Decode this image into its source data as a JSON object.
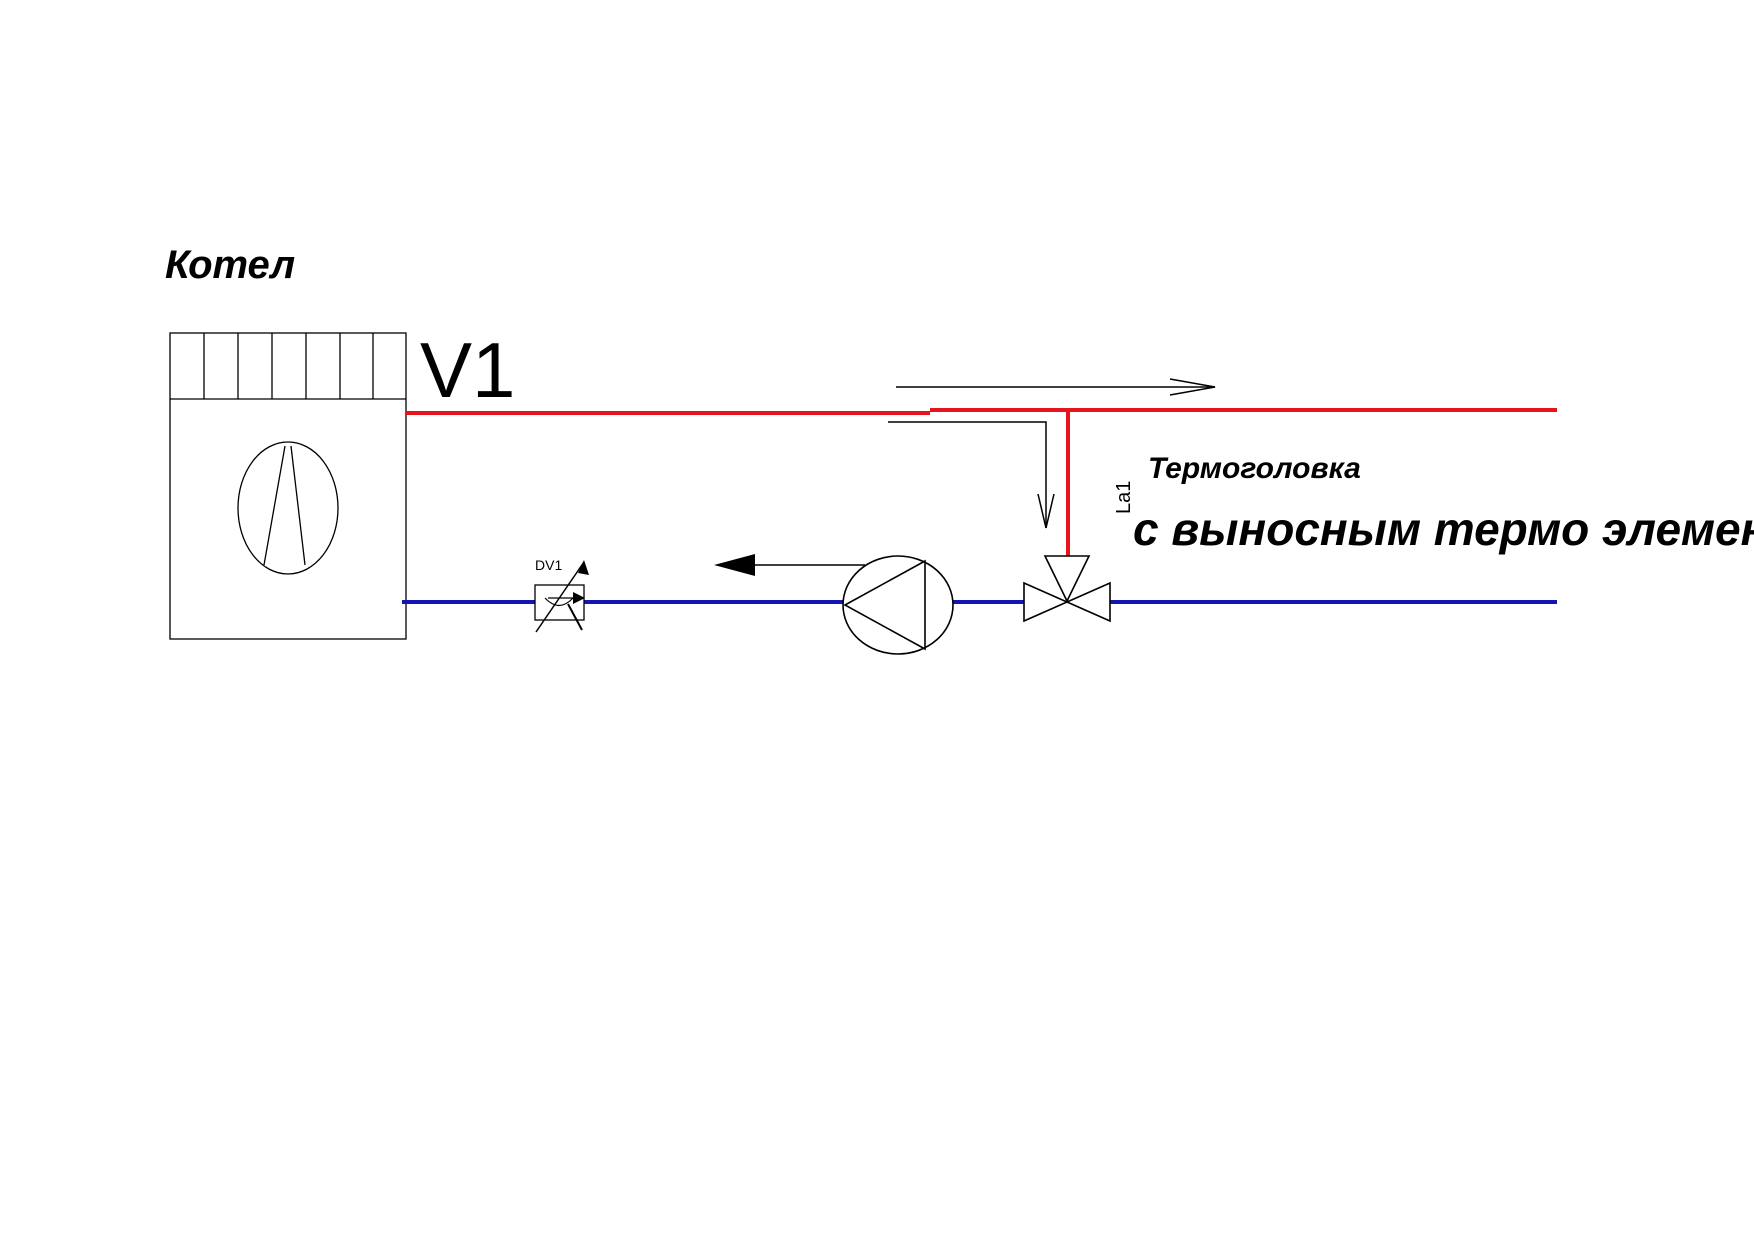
{
  "labels": {
    "boiler": "Котел",
    "valve_v1": "V1",
    "thermo_head_line1": "Термоголовка",
    "thermo_head_line2": "с выносным термо элементом",
    "valve_dv1": "DV1",
    "sensor_la1": "La1"
  },
  "colors": {
    "supply_pipe": "#e8141c",
    "return_pipe": "#1414b4",
    "outline": "#000000"
  },
  "icons": {
    "boiler": "boiler-icon",
    "pump": "pump-icon",
    "three_way_valve": "three-way-valve-icon",
    "balancing_valve": "balancing-valve-icon"
  }
}
